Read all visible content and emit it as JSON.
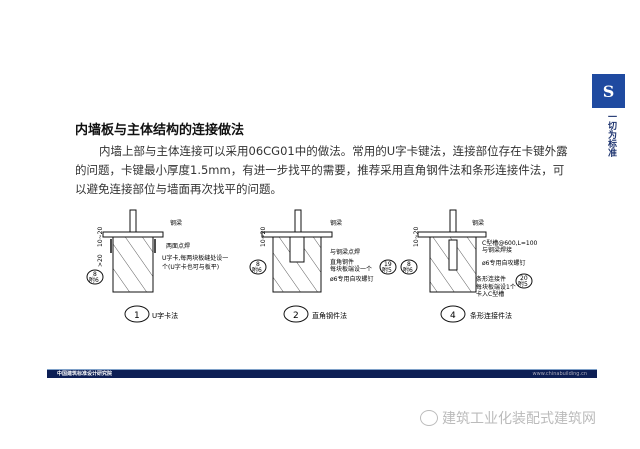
{
  "logo": {
    "slogan": "一切为标准"
  },
  "title": "内墙板与主体结构的连接做法",
  "paragraph": "内墙上部与主体连接可以采用06CG01中的做法。常用的U字卡键法，连接部位存在卡键外露的问题，卡键最小厚度1.5mm，有进一步找平的需要，推荐采用直角钢件法和条形连接件法，可以避免连接部位与墙面再次找平的问题。",
  "diagrams": [
    {
      "num": "1",
      "caption": "U字卡法",
      "labels": [
        "钢梁",
        "两面点焊",
        "U字卡,每两块板缝处设一",
        "个(U字卡也可与板平)"
      ],
      "dims": [
        "10~20",
        ">20"
      ],
      "refs": [
        {
          "top": "8",
          "bottom": "附6"
        }
      ]
    },
    {
      "num": "2",
      "caption": "直角钢件法",
      "labels": [
        "钢梁",
        "与钢梁点焊",
        "直角钢件",
        "每块板端设一个",
        "ø6专用自攻螺钉"
      ],
      "dims": [
        "10~20"
      ],
      "refs": [
        {
          "top": "8",
          "bottom": "附6"
        },
        {
          "top": "19",
          "bottom": "附5"
        }
      ]
    },
    {
      "num": "4",
      "caption": "条形连接件法",
      "labels": [
        "钢梁",
        "C型槽@600,L=100",
        "与钢梁焊接",
        "ø6专用自攻螺钉",
        "条形连接件",
        "每块板端设1个",
        "卡入C型槽"
      ],
      "dims": [
        "10~20"
      ],
      "refs": [
        {
          "top": "8",
          "bottom": "附6"
        },
        {
          "top": "20",
          "bottom": "附5"
        }
      ]
    }
  ],
  "footer": {
    "left": "中国建筑标准设计研究院",
    "right": "www.chinabuilding.cn"
  },
  "watermark": "建筑工业化装配式建筑网"
}
